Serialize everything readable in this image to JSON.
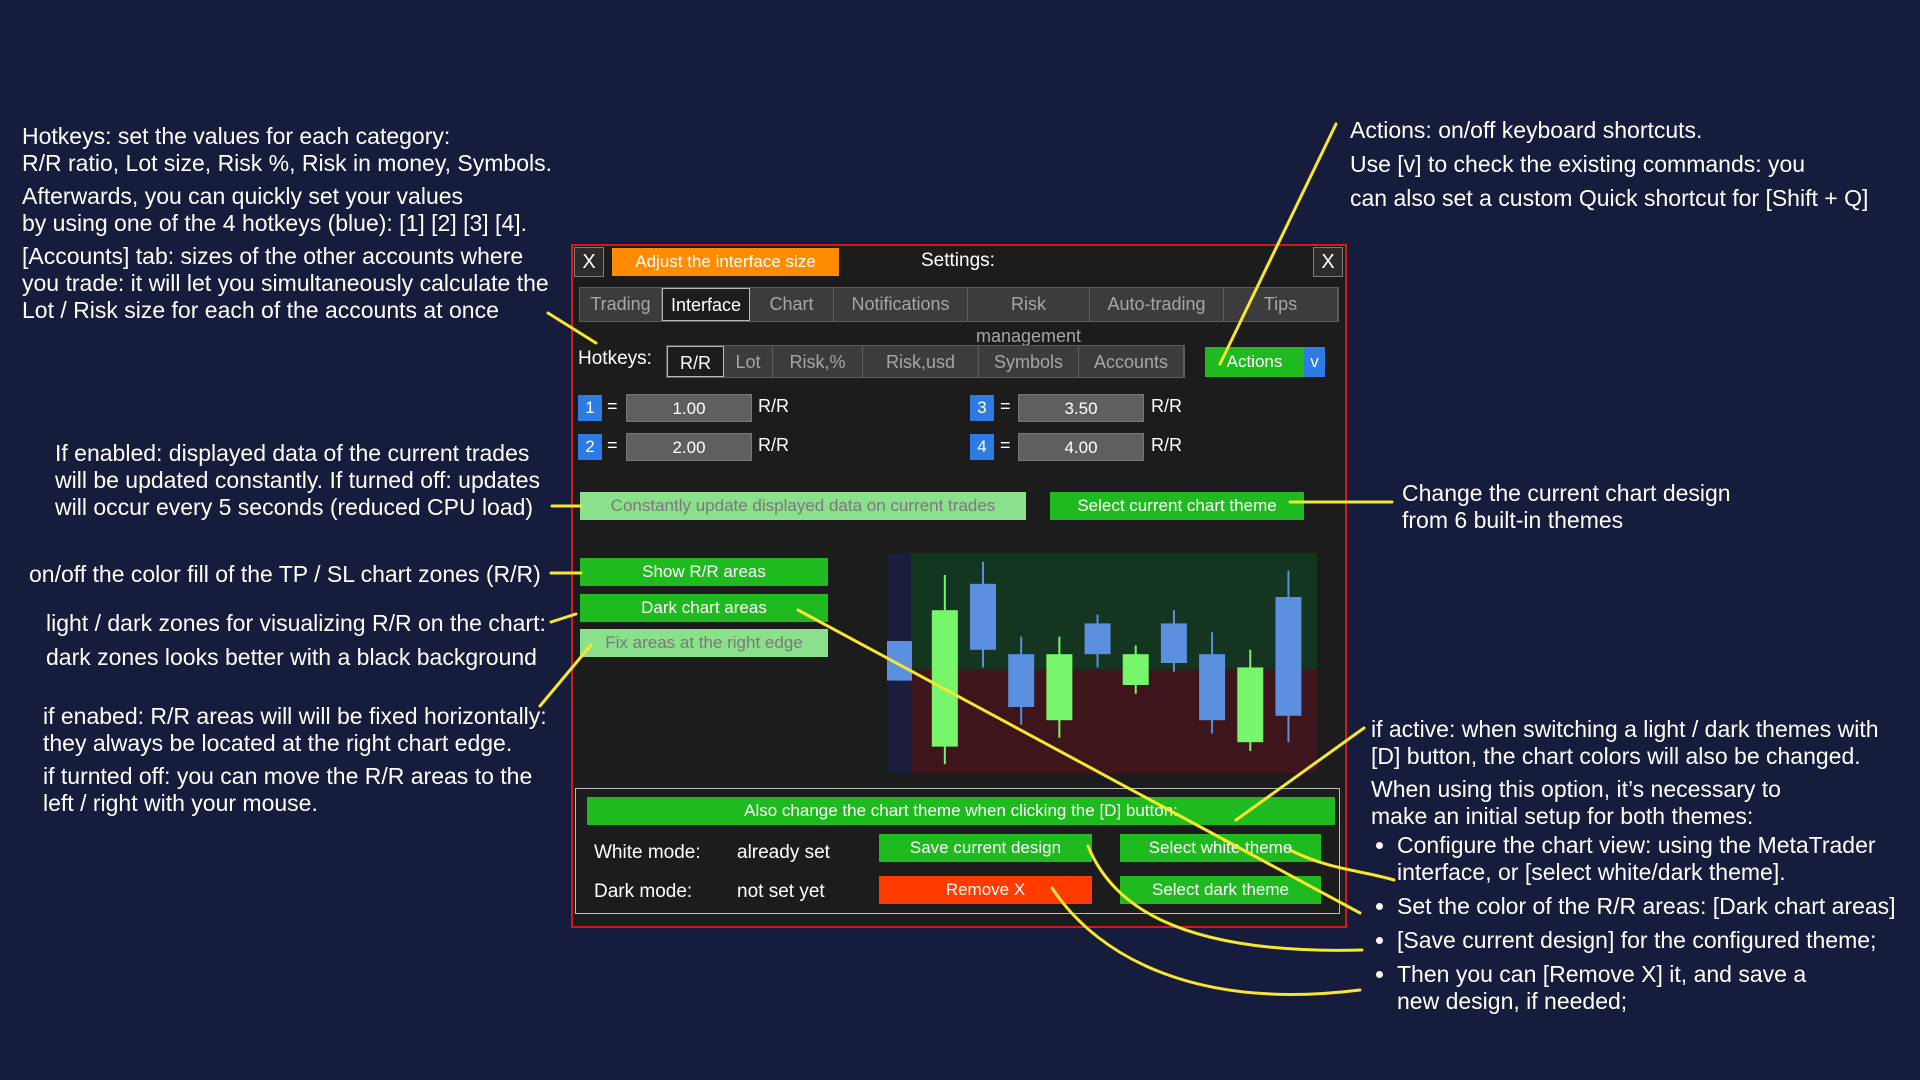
{
  "annotations": {
    "hotkeys": [
      "Hotkeys: set the values for each category:",
      "R/R ratio, Lot size, Risk %, Risk in money, Symbols.",
      "Afterwards, you can quickly set your values",
      "by using one of the 4 hotkeys (blue): [1] [2] [3] [4].",
      "[Accounts] tab: sizes of the other accounts where",
      "you trade: it will let you simultaneously calculate the",
      "Lot / Risk size for each of the accounts at once"
    ],
    "actions": [
      "Actions: on/off keyboard shortcuts.",
      "Use [v] to check the existing commands: you",
      "can also set a custom Quick shortcut for [Shift + Q]"
    ],
    "update": [
      "If enabled: displayed data of the current trades",
      "will be updated constantly. If turned off: updates",
      "will occur every 5 seconds (reduced CPU load)"
    ],
    "theme": [
      "Change the current chart design",
      "from 6 built-in themes"
    ],
    "show_rr": "on/off the color fill of the TP / SL chart zones (R/R)",
    "dark_zones": [
      "light / dark zones for visualizing R/R on the chart:",
      "dark zones looks better with a black background"
    ],
    "fix_areas": [
      "if enabed: R/R areas will will be fixed horizontally:",
      "they always be located at the right chart edge.",
      "if turnted off: you can move the R/R areas to the",
      "left / right with your mouse."
    ],
    "dtheme_intro": [
      "if active: when switching a light / dark themes with",
      "[D] button, the chart colors will also be changed.",
      "When using this option, it’s necessary to",
      "make an initial setup for both themes:"
    ],
    "dtheme_bullets": [
      "Configure the chart view: using the MetaTrader interface, or [select white/dark theme].",
      "Set the color of the R/R areas: [Dark chart areas]",
      "[Save current design] for the configured theme;",
      "Then you can [Remove X] it, and save a new design, if needed;"
    ],
    "dtheme_bullets_lines": [
      [
        "Configure the chart view: using the MetaTrader",
        "interface, or [select white/dark theme]."
      ],
      [
        "Set the color of the R/R areas: [Dark chart areas]"
      ],
      [
        "[Save current design] for the configured theme;"
      ],
      [
        "Then you can [Remove X] it, and save a",
        "new design, if needed;"
      ]
    ]
  },
  "panel": {
    "close_left": "X",
    "close_right": "X",
    "adjust_size": "Adjust the interface size",
    "title": "Settings:",
    "tabs": [
      {
        "label": "Trading",
        "active": false
      },
      {
        "label": "Interface",
        "active": true
      },
      {
        "label": "Chart",
        "active": false
      },
      {
        "label": "Notifications",
        "active": false
      },
      {
        "label": "Risk management",
        "active": false
      },
      {
        "label": "Auto-trading",
        "active": false
      },
      {
        "label": "Tips",
        "active": false
      }
    ],
    "hotkeys_label": "Hotkeys:",
    "hotkey_tabs": [
      {
        "label": "R/R",
        "active": true
      },
      {
        "label": "Lot",
        "active": false
      },
      {
        "label": "Risk,%",
        "active": false
      },
      {
        "label": "Risk,usd",
        "active": false
      },
      {
        "label": "Symbols",
        "active": false
      },
      {
        "label": "Accounts",
        "active": false
      }
    ],
    "actions_button": "Actions",
    "actions_dropdown": "v",
    "eq_sign": "=",
    "unit": "R/R",
    "hotkey_values": [
      {
        "key": "1",
        "value": "1.00"
      },
      {
        "key": "2",
        "value": "2.00"
      },
      {
        "key": "3",
        "value": "3.50"
      },
      {
        "key": "4",
        "value": "4.00"
      }
    ],
    "constant_update": "Constantly update displayed data on current trades",
    "select_theme": "Select current chart theme",
    "show_rr": "Show R/R areas",
    "dark_areas": "Dark chart areas",
    "fix_areas": "Fix areas at the right edge",
    "also_change": "Also change the chart theme when clicking the [D] button:",
    "white_mode_label": "White mode:",
    "white_mode_status": "already set",
    "dark_mode_label": "Dark mode:",
    "dark_mode_status": "not set yet",
    "save_design": "Save current design",
    "remove": "Remove X",
    "select_white": "Select white theme",
    "select_dark": "Select dark theme"
  },
  "colors": {
    "background": "#161c3b",
    "callout": "#f7e733",
    "panel_border": "#d11b1b",
    "green": "#1fba1f",
    "light_green": "#8be08b",
    "orange": "#ff8c00",
    "red": "#ff3b00",
    "blue": "#2f7be6",
    "tp_zone": "#14351f",
    "sl_zone": "#3e151a",
    "bull_candle": "#77f56b",
    "bear_candle": "#5b8fe0"
  },
  "candles": [
    {
      "o": 2.0,
      "c": 2.9,
      "h": 2.4,
      "l": 2.9,
      "dir": "bear"
    },
    {
      "o": 4.4,
      "c": 1.3,
      "h": 0.5,
      "l": 4.8,
      "dir": "bull"
    },
    {
      "o": 0.7,
      "c": 2.2,
      "h": 0.2,
      "l": 2.6,
      "dir": "bear"
    },
    {
      "o": 2.3,
      "c": 3.5,
      "h": 1.9,
      "l": 3.9,
      "dir": "bear"
    },
    {
      "o": 3.8,
      "c": 2.3,
      "h": 1.9,
      "l": 4.2,
      "dir": "bull"
    },
    {
      "o": 1.6,
      "c": 2.3,
      "h": 1.4,
      "l": 2.6,
      "dir": "bear"
    },
    {
      "o": 3.0,
      "c": 2.3,
      "h": 2.1,
      "l": 3.2,
      "dir": "bull"
    },
    {
      "o": 1.6,
      "c": 2.5,
      "h": 1.3,
      "l": 2.7,
      "dir": "bear"
    },
    {
      "o": 2.3,
      "c": 3.8,
      "h": 1.8,
      "l": 4.1,
      "dir": "bear"
    },
    {
      "o": 4.3,
      "c": 2.6,
      "h": 2.2,
      "l": 4.5,
      "dir": "bull"
    },
    {
      "o": 1.0,
      "c": 3.7,
      "h": 0.4,
      "l": 4.3,
      "dir": "bear"
    }
  ]
}
